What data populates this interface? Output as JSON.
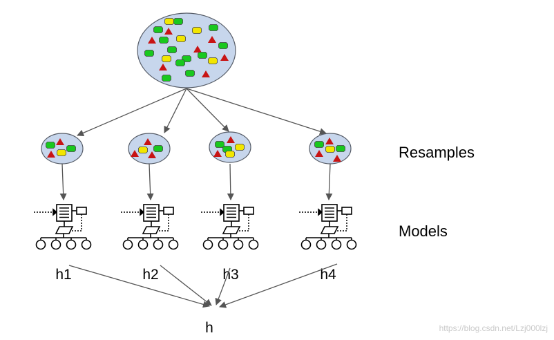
{
  "labels": {
    "resamples": "Resamples",
    "models": "Models",
    "final": "h"
  },
  "models": [
    {
      "label": "h1"
    },
    {
      "label": "h2"
    },
    {
      "label": "h3"
    },
    {
      "label": "h4"
    }
  ],
  "watermark": "https://blog.csdn.net/Lzj000lzj",
  "colors": {
    "ellipse_fill": "#c7d6ec",
    "ellipse_stroke": "#555b66",
    "green": "#19c81e",
    "yellow": "#f2e600",
    "red": "#c81414",
    "arrow": "#555555"
  }
}
